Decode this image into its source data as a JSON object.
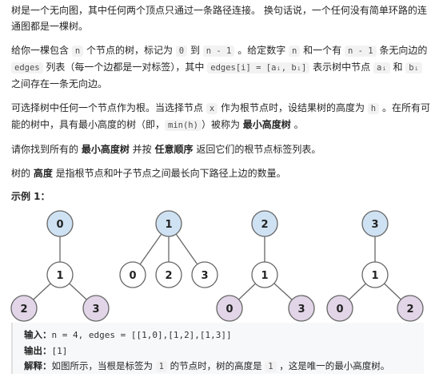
{
  "problem": {
    "p1": "树是一个无向图，其中任何两个顶点只通过一条路径连接。 换句话说，一个任何没有简单环路的连通图都是一棵树。",
    "p2_a": "给你一棵包含 ",
    "p2_code_n": "n",
    "p2_b": " 个节点的树，标记为 ",
    "p2_code_0": "0",
    "p2_c": " 到 ",
    "p2_code_n1": "n - 1",
    "p2_d": " 。给定数字 ",
    "p2_code_n_2": "n",
    "p2_e": " 和一个有 ",
    "p2_code_n1_2": "n - 1",
    "p2_f": " 条无向边的 ",
    "p2_code_edges": "edges",
    "p2_g": " 列表（每一个边都是一对标签），其中 ",
    "p2_code_edgesi": "edges[i] = [aᵢ, bᵢ]",
    "p2_h": " 表示树中节点 ",
    "p2_code_ai": "aᵢ",
    "p2_i": " 和 ",
    "p2_code_bi": "bᵢ",
    "p2_j": " 之间存在一条无向边。",
    "p3_a": "可选择树中任何一个节点作为根。当选择节点 ",
    "p3_code_x": "x",
    "p3_b": " 作为根节点时，设结果树的高度为 ",
    "p3_code_h": "h",
    "p3_c": " 。在所有可能的树中，具有最小高度的树（即，",
    "p3_code_minh": "min(h)",
    "p3_d": "）被称为 ",
    "p3_bold": "最小高度树",
    "p3_e": " 。",
    "p4_a": "请你找到所有的 ",
    "p4_bold1": "最小高度树",
    "p4_b": " 并按 ",
    "p4_bold2": "任意顺序",
    "p4_c": " 返回它们的根节点标签列表。",
    "p5_a": "树的 ",
    "p5_bold": "高度",
    "p5_b": " 是指根节点和叶子节点之间最长向下路径上边的数量。"
  },
  "example": {
    "title": "示例 1：",
    "input_label": "输入：",
    "input_value": "n = 4, edges = [[1,0],[1,2],[1,3]]",
    "output_label": "输出：",
    "output_value": "[1]",
    "explain_label": "解释：",
    "explain_a": "如图所示，当根是标签为 ",
    "explain_code1": "1",
    "explain_b": " 的节点时，树的高度是 ",
    "explain_code2": "1",
    "explain_c": " ，这是唯一的最小高度树。"
  },
  "colors": {
    "root_fill": "#cfe2f3",
    "mid_fill": "#ffffff",
    "leaf_fill": "#e1d5e7",
    "stroke": "#666666"
  },
  "trees": [
    {
      "name": "tree-root-0",
      "nodes": [
        {
          "id": "n0",
          "label": "0",
          "role": "root"
        },
        {
          "id": "n1",
          "label": "1",
          "role": "mid"
        },
        {
          "id": "n2",
          "label": "2",
          "role": "leaf"
        },
        {
          "id": "n3",
          "label": "3",
          "role": "leaf"
        }
      ],
      "edges": [
        [
          "n0",
          "n1"
        ],
        [
          "n1",
          "n2"
        ],
        [
          "n1",
          "n3"
        ]
      ]
    },
    {
      "name": "tree-root-1",
      "nodes": [
        {
          "id": "n1",
          "label": "1",
          "role": "root"
        },
        {
          "id": "n0",
          "label": "0",
          "role": "mid"
        },
        {
          "id": "n2",
          "label": "2",
          "role": "mid"
        },
        {
          "id": "n3",
          "label": "3",
          "role": "mid"
        }
      ],
      "edges": [
        [
          "n1",
          "n0"
        ],
        [
          "n1",
          "n2"
        ],
        [
          "n1",
          "n3"
        ]
      ]
    },
    {
      "name": "tree-root-2",
      "nodes": [
        {
          "id": "n2",
          "label": "2",
          "role": "root"
        },
        {
          "id": "n1",
          "label": "1",
          "role": "mid"
        },
        {
          "id": "n0",
          "label": "0",
          "role": "leaf"
        },
        {
          "id": "n3",
          "label": "3",
          "role": "leaf"
        }
      ],
      "edges": [
        [
          "n2",
          "n1"
        ],
        [
          "n1",
          "n0"
        ],
        [
          "n1",
          "n3"
        ]
      ]
    },
    {
      "name": "tree-root-3",
      "nodes": [
        {
          "id": "n3",
          "label": "3",
          "role": "root"
        },
        {
          "id": "n1",
          "label": "1",
          "role": "mid"
        },
        {
          "id": "n0",
          "label": "0",
          "role": "leaf"
        },
        {
          "id": "n2",
          "label": "2",
          "role": "leaf"
        }
      ],
      "edges": [
        [
          "n3",
          "n1"
        ],
        [
          "n1",
          "n0"
        ],
        [
          "n1",
          "n2"
        ]
      ]
    }
  ]
}
